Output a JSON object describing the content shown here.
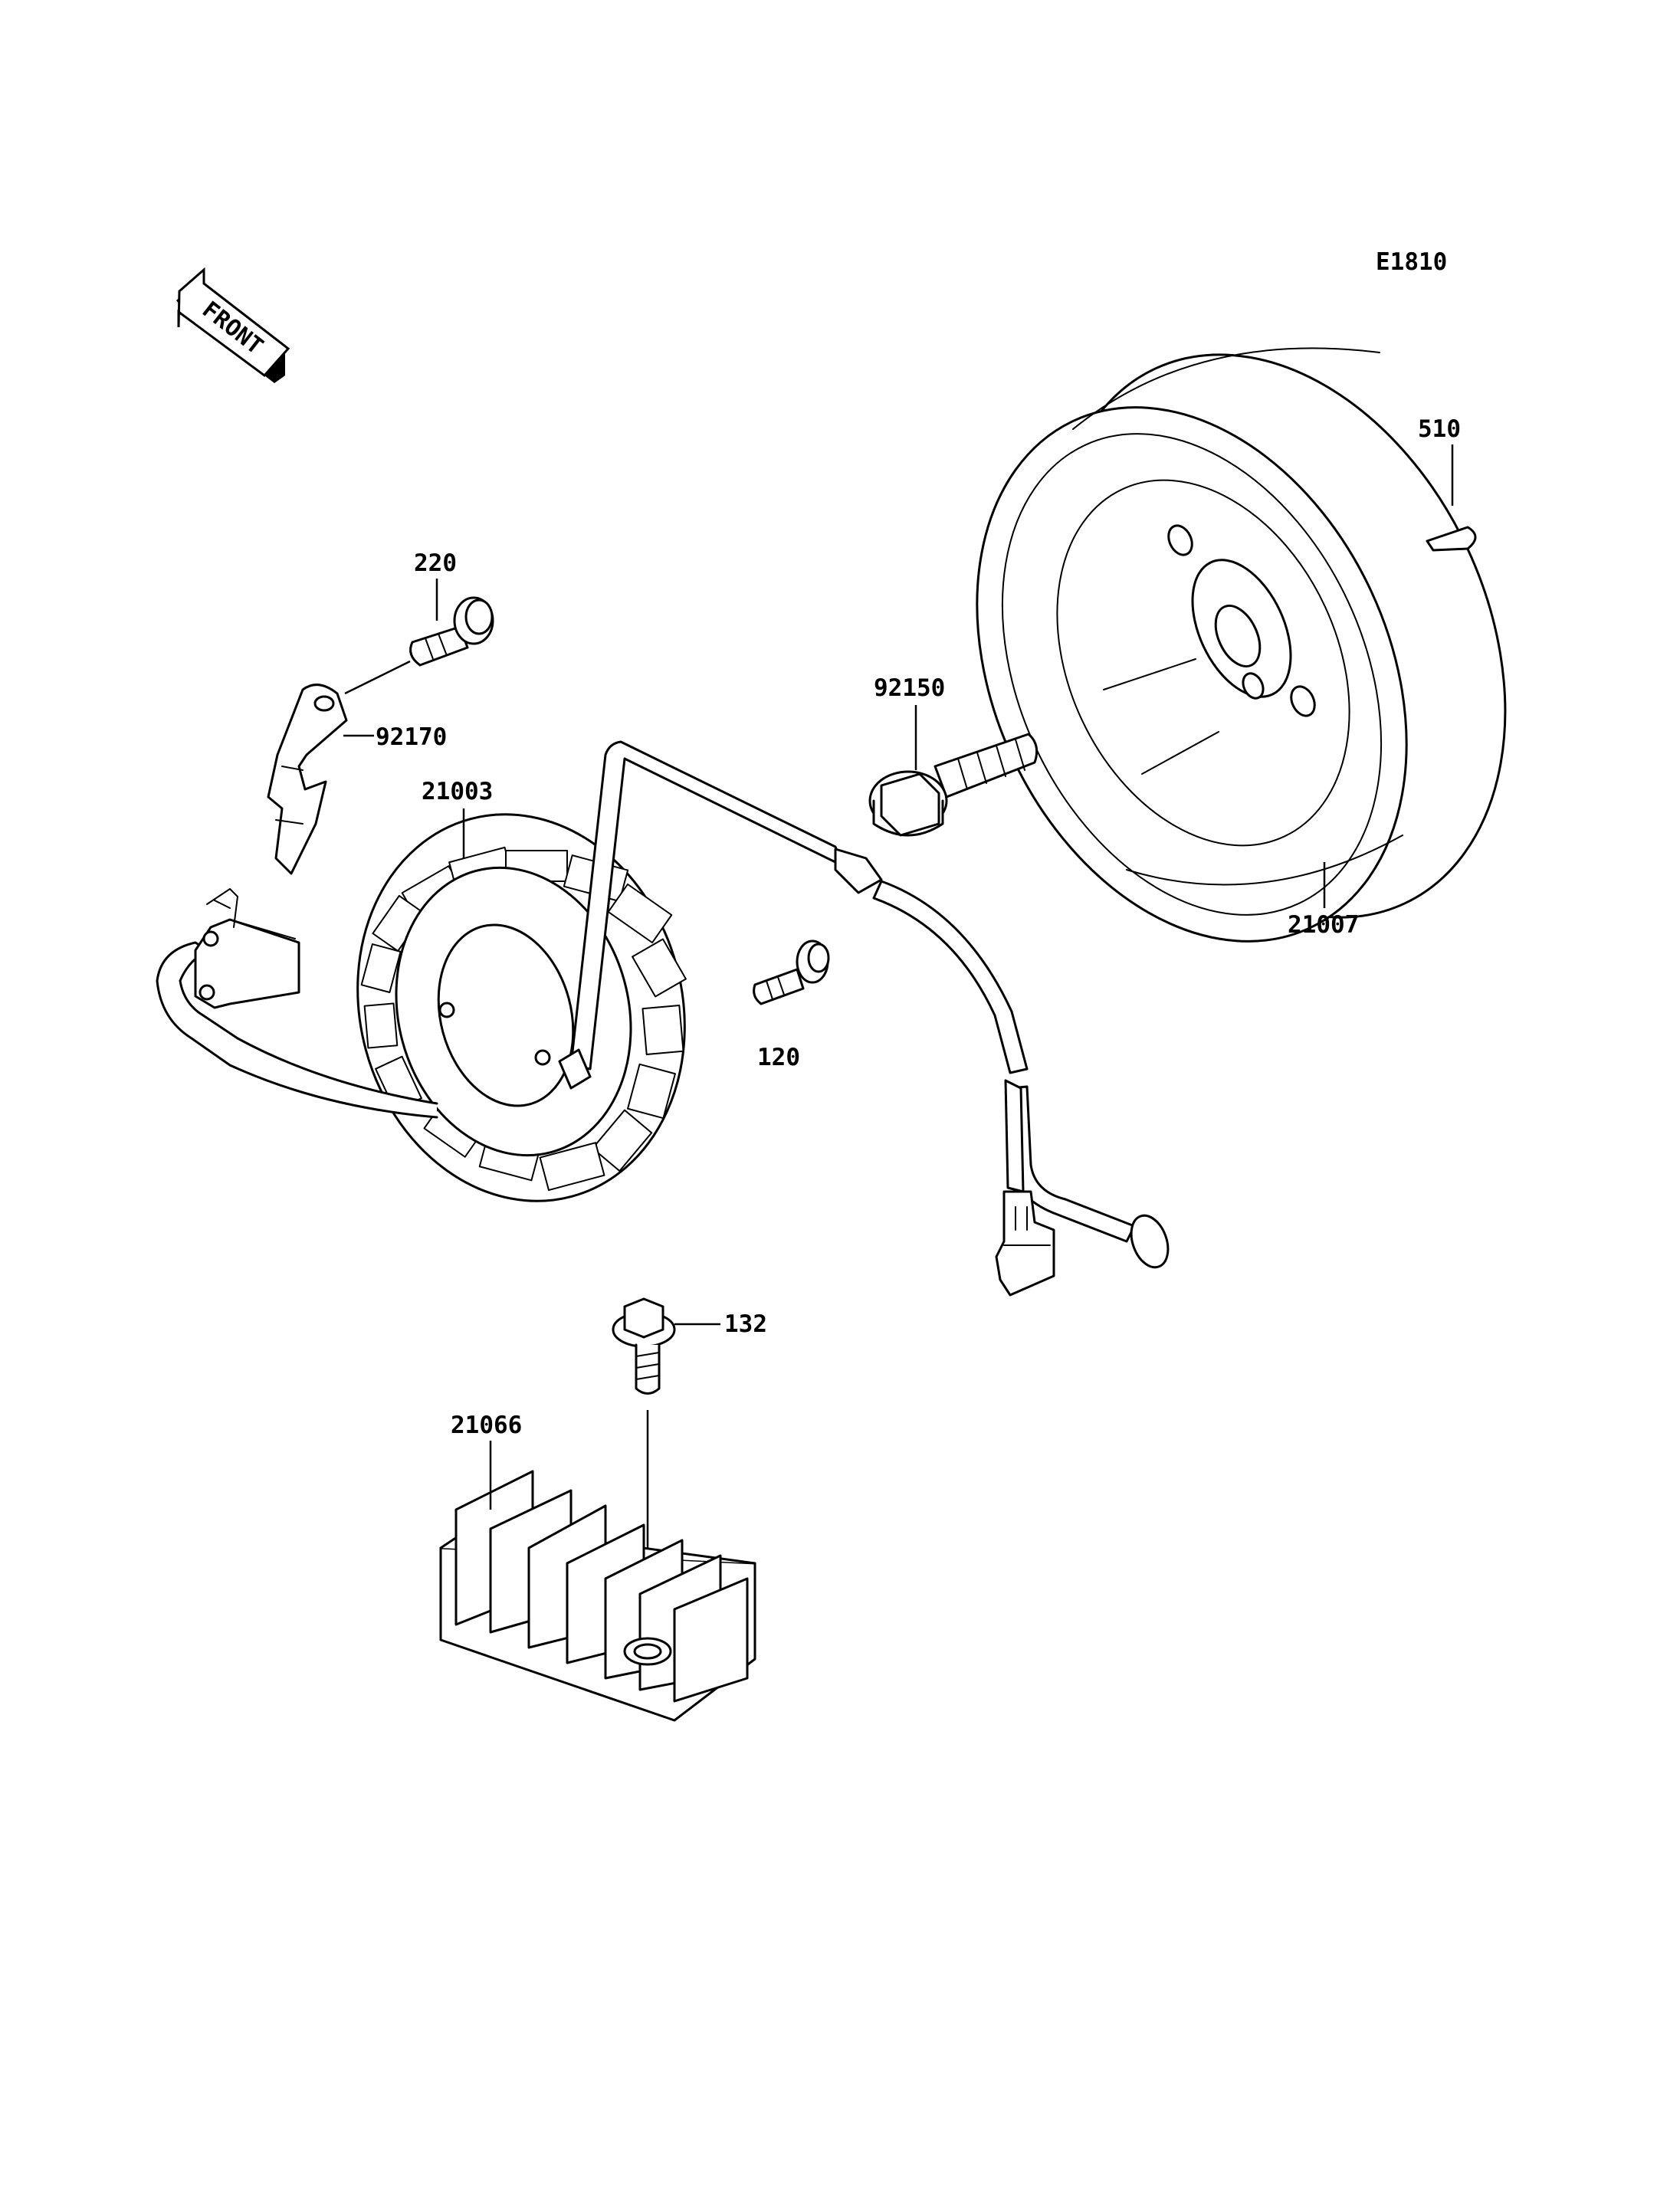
{
  "diagram_code": "E1810",
  "front_indicator": "FRONT",
  "labels": {
    "p510": "510",
    "p220": "220",
    "p92150": "92150",
    "p92170": "92170",
    "p21003": "21003",
    "p21007": "21007",
    "p120": "120",
    "p132": "132",
    "p21066": "21066"
  }
}
